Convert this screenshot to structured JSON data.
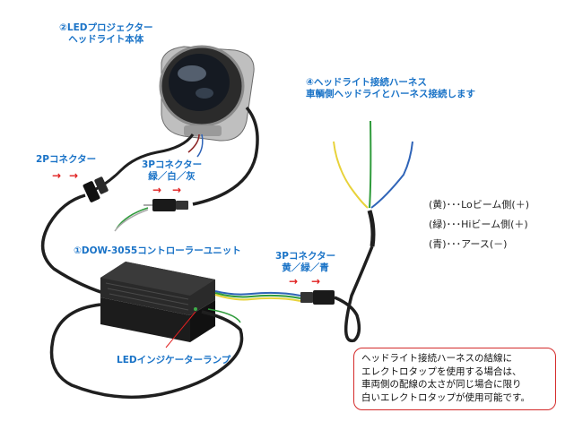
{
  "labels": {
    "projector_line1": "②LEDプロジェクター",
    "projector_line2": "ヘッドライト本体",
    "harness_line1": "④ヘッドライト接続ハーネス",
    "harness_line2": "車輌側ヘッドライとハーネス接続します",
    "connector_2p": "2Pコネクター",
    "connector_3p_top_line1": "3Pコネクター",
    "connector_3p_top_line2": "緑／白／灰",
    "controller_unit": "①DOW-3055コントローラーユニット",
    "connector_3p_right_line1": "3Pコネクター",
    "connector_3p_right_line2": "黄／緑／青",
    "indicator_lamp": "LEDインジケーターランプ"
  },
  "legend": [
    "(黄)･･･Loビーム側(＋)",
    "(緑)･･･Hiビーム側(＋)",
    "(青)･･･アース(－)"
  ],
  "note": [
    "ヘッドライト接続ハーネスの結線に",
    "エレクトロタップを使用する場合は、",
    "車両側の配線の太さが同じ場合に限り",
    "白いエレクトロタップが使用可能です。"
  ],
  "arrow_glyph": "→",
  "colors": {
    "label_blue": "#1a73c7",
    "arrow_red": "#e02020",
    "wire_yellow": "#e8d23a",
    "wire_green": "#2f9b3b",
    "wire_blue": "#2f64b8",
    "note_border": "#d42a2a"
  }
}
